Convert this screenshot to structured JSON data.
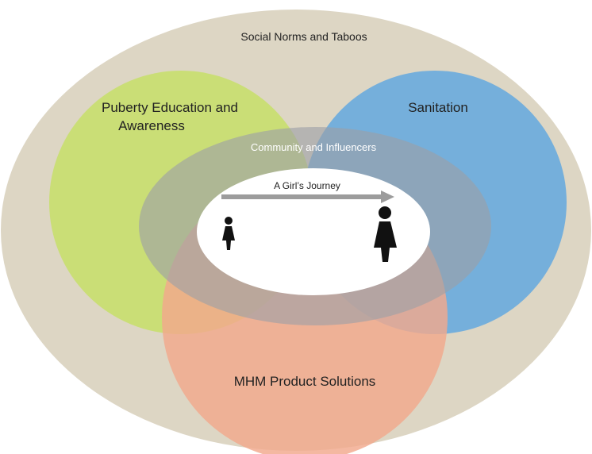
{
  "diagram": {
    "outer_label": "Social Norms and Taboos",
    "circle_left_label_line1": "Puberty Education and",
    "circle_left_label_line2": "Awareness",
    "circle_right_label": "Sanitation",
    "circle_bottom_label": "MHM Product Solutions",
    "middle_ring_label": "Community and Influencers",
    "center_label": "A Girl’s Journey",
    "colors": {
      "outer": "#ddd6c4",
      "left_circle": "#c8df6e",
      "right_circle": "#63a8df",
      "bottom_circle": "#f2a88c",
      "middle_ring": "#9c9fa6",
      "center": "#ffffff",
      "arrow": "#9c9c9c",
      "figure": "#111111"
    },
    "icons": [
      "girl-small-icon",
      "woman-large-icon",
      "journey-arrow-icon"
    ]
  }
}
